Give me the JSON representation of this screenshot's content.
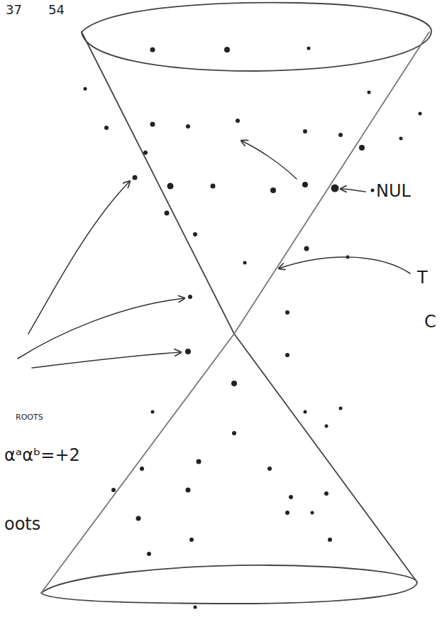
{
  "diagram": {
    "labels": [
      "37",
      "54",
      "NUL",
      "T",
      "C",
      "ROOTS",
      "αᵃαᵇ=+2",
      "oots"
    ]
  }
}
